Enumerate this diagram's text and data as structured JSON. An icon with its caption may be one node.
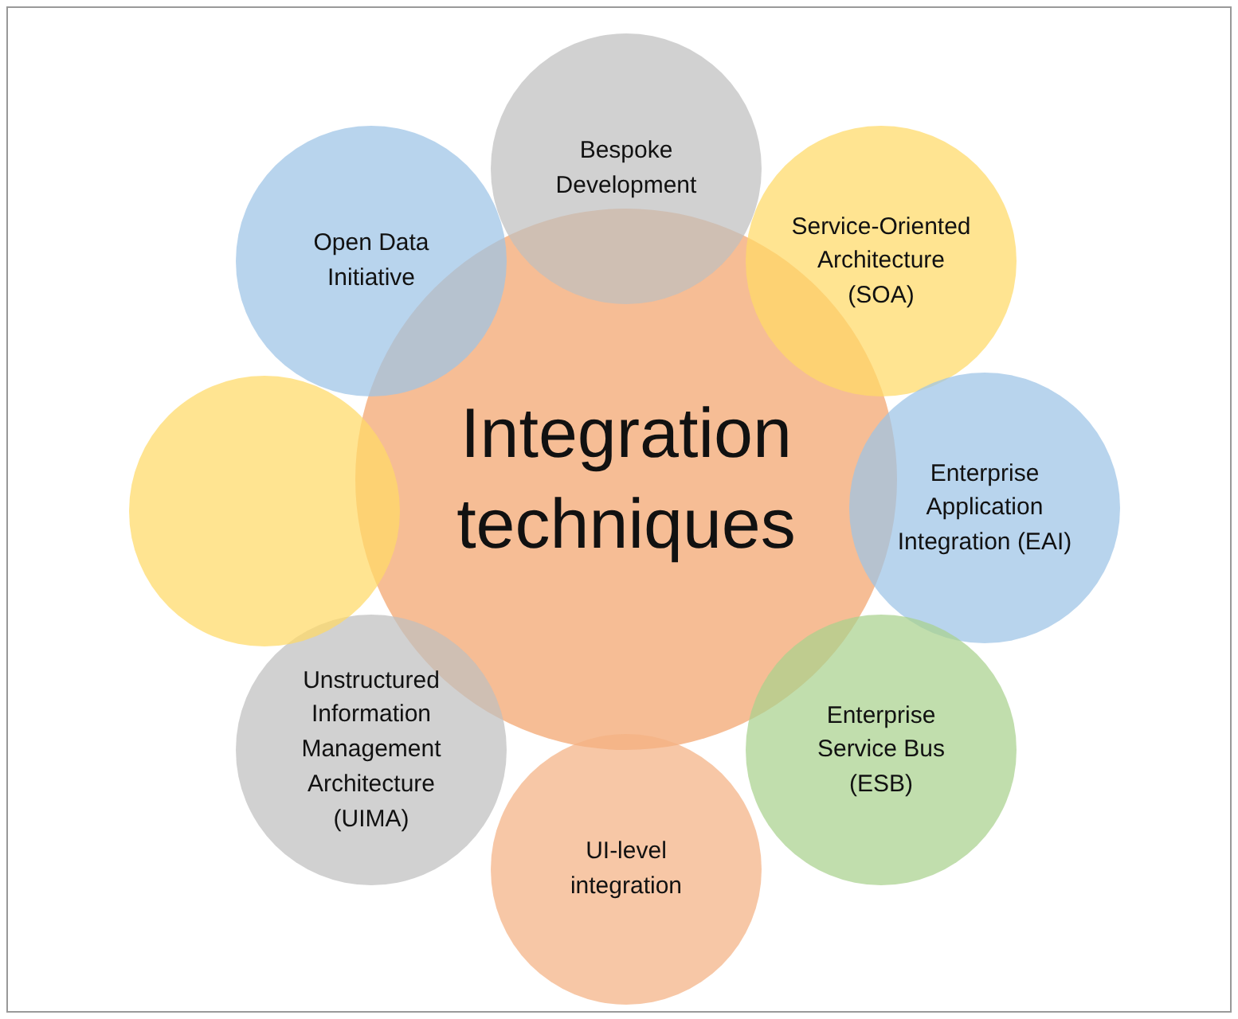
{
  "diagram": {
    "nodes": [
      {
        "text": [
          "Integration techniques"
        ]
      },
      {
        "text": [
          "Bespoke Development"
        ]
      },
      {
        "text": [
          "Service-Oriented Architecture (SOA)"
        ]
      },
      {
        "text": [
          "Enterprise Application Integration (EAI)"
        ]
      },
      {
        "text": [
          "Enterprise Service Bus (ESB)"
        ]
      },
      {
        "text": [
          "UI-level integration"
        ]
      },
      {
        "text": [
          "Unstructured Information Management Architecture (UIMA)"
        ]
      },
      {
        "text": [],
        "shape": "circle"
      },
      {
        "text": [
          "Open Data Initiative"
        ]
      }
    ]
  }
}
